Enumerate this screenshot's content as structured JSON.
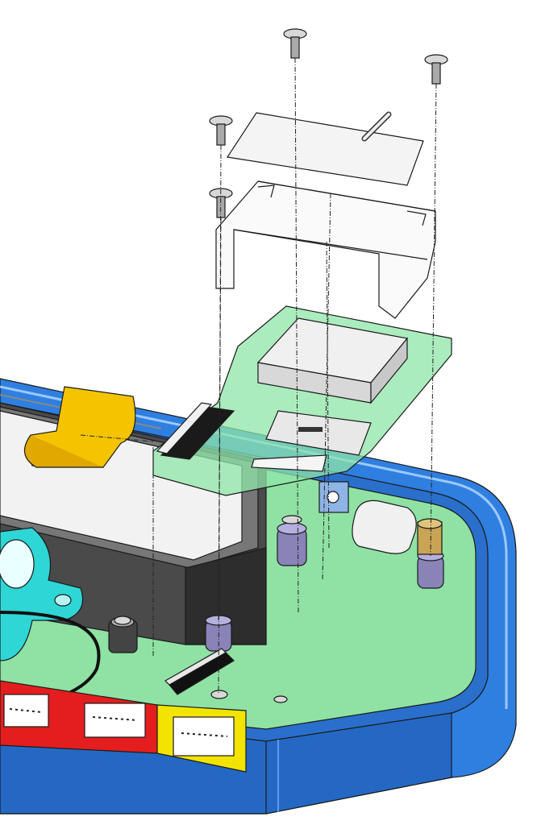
{
  "figure": {
    "description_visible_text": "",
    "colors": {
      "enclosure_blue": "#2f7fe0",
      "enclosure_blue_dark": "#1e5fb8",
      "pcb_green": "#7ee0a0",
      "pcb_green_translucent": "#8fe6a8",
      "plate_white": "#f4f4f4",
      "bracket_white": "#fafafa",
      "flex_yellow": "#f5c400",
      "port_red": "#e41e1e",
      "port_yellow": "#f2e400",
      "speaker_cyan": "#2fd6d6",
      "display_dark": "#505050",
      "display_glass": "#f2f2f2",
      "screw_gray": "#cfcfcf",
      "standoff_purple": "#8a83b8"
    },
    "parts": [
      "screw-icon",
      "cover-plate",
      "antenna-pin",
      "shield-bracket",
      "daughter-pcb",
      "module-chip",
      "sim-card-slot",
      "fpc-connector",
      "flex-cable",
      "display-module",
      "main-pcb",
      "enclosure-base",
      "usb-c-port",
      "sma-connector",
      "standoff",
      "speaker",
      "jst-connector"
    ]
  }
}
